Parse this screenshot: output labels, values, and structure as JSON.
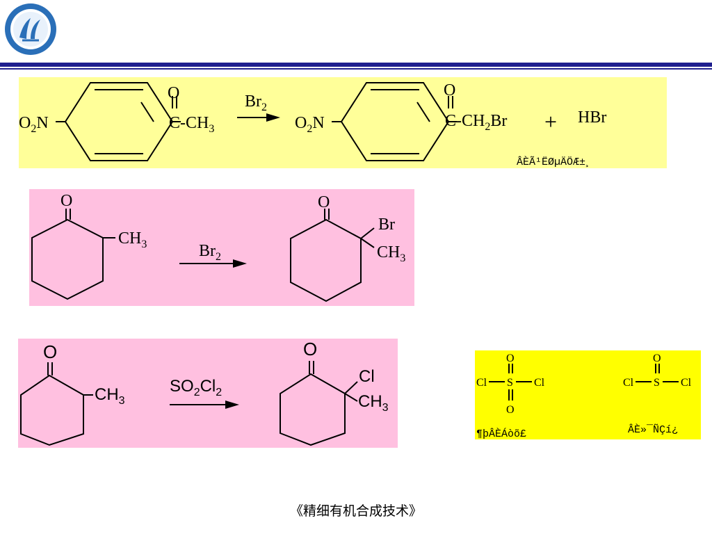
{
  "header": {
    "logo": {
      "icon": "university-seal-icon",
      "colors": {
        "ring": "#2a6fb8",
        "inner": "#ffffff"
      }
    },
    "rule_color": "#1f1f8f"
  },
  "reaction1": {
    "reactant_left": "O",
    "reactant_left_sub": "2",
    "reactant_left_n": "N",
    "carbonyl_o": "O",
    "reactant_right": "C-CH",
    "reactant_right_sub": "3",
    "reagent": "Br",
    "reagent_sub": "2",
    "product_left": "O",
    "product_left_sub": "2",
    "product_left_n": "N",
    "product_carbonyl_o": "O",
    "product_right": "C-CH",
    "product_right_sub": "2",
    "product_right_end": "Br",
    "plus": "+",
    "byproduct": "HBr",
    "note": "ÂÈÃ¹ËØµÄÖÆ±¸"
  },
  "reaction2": {
    "reactant_o": "O",
    "reactant_group": "CH",
    "reactant_group_sub": "3",
    "reagent": "Br",
    "reagent_sub": "2",
    "product_o": "O",
    "product_br": "Br",
    "product_group": "CH",
    "product_group_sub": "3"
  },
  "reaction3": {
    "reactant_o": "O",
    "reactant_group": "CH",
    "reactant_group_sub": "3",
    "reagent_a": "SO",
    "reagent_sub1": "2",
    "reagent_b": "Cl",
    "reagent_sub2": "2",
    "product_o": "O",
    "product_cl": "Cl",
    "product_group": "CH",
    "product_group_sub": "3"
  },
  "reagents_box": {
    "left": {
      "o_top": "O",
      "cl_left": "Cl",
      "s": "S",
      "cl_right": "Cl",
      "o_bottom": "O",
      "caption": "¶þÂÈÁòõ£"
    },
    "right": {
      "o_top": "O",
      "cl_left": "Cl",
      "s": "S",
      "cl_right": "Cl",
      "caption": "ÂÈ»¯ÑÇí¿"
    }
  },
  "footer": {
    "text": "《精细有机合成技术》"
  },
  "colors": {
    "panel_yellow_light": "#ffff99",
    "panel_pink": "#ffc0e0",
    "panel_yellow": "#ffff00"
  }
}
